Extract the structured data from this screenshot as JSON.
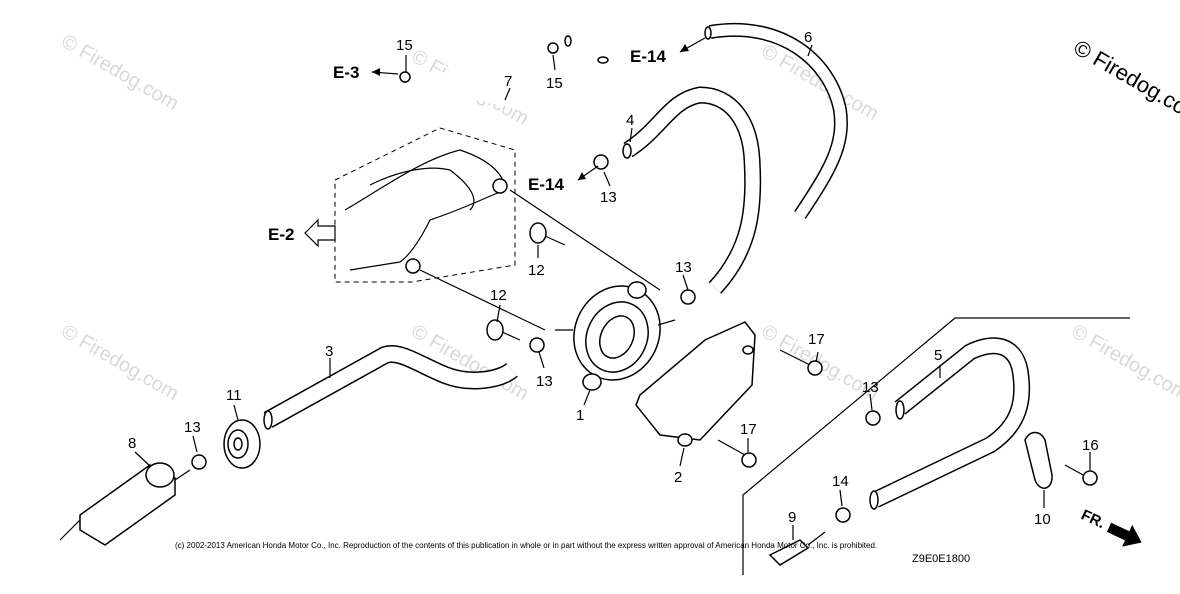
{
  "watermarks": [
    "© Firedog.com",
    "© Firedog.com",
    "© Firedog.com",
    "© Firedog.com",
    "© Firedog.com",
    "© Firedog.com",
    "© Firedog.com"
  ],
  "references": {
    "e3": "E-3",
    "e14_top": "E-14",
    "e14_mid": "E-14",
    "e2": "E-2"
  },
  "parts": {
    "p1": "1",
    "p2": "2",
    "p3": "3",
    "p4": "4",
    "p5": "5",
    "p6": "6",
    "p7": "7",
    "p8": "8",
    "p9": "9",
    "p10": "10",
    "p11": "11",
    "p12a": "12",
    "p12b": "12",
    "p13a": "13",
    "p13b": "13",
    "p13c": "13",
    "p13d": "13",
    "p13e": "13",
    "p14": "14",
    "p15a": "15",
    "p15b": "15",
    "p16": "16",
    "p17a": "17",
    "p17b": "17"
  },
  "direction": "FR.",
  "copyright": "(c) 2002-2013 American Honda Motor Co., Inc. Reproduction of the contents of this publication in whole or in part without the express written approval of American Honda Motor Co., Inc. is prohibited.",
  "diagram_code": "Z9E0E1800"
}
